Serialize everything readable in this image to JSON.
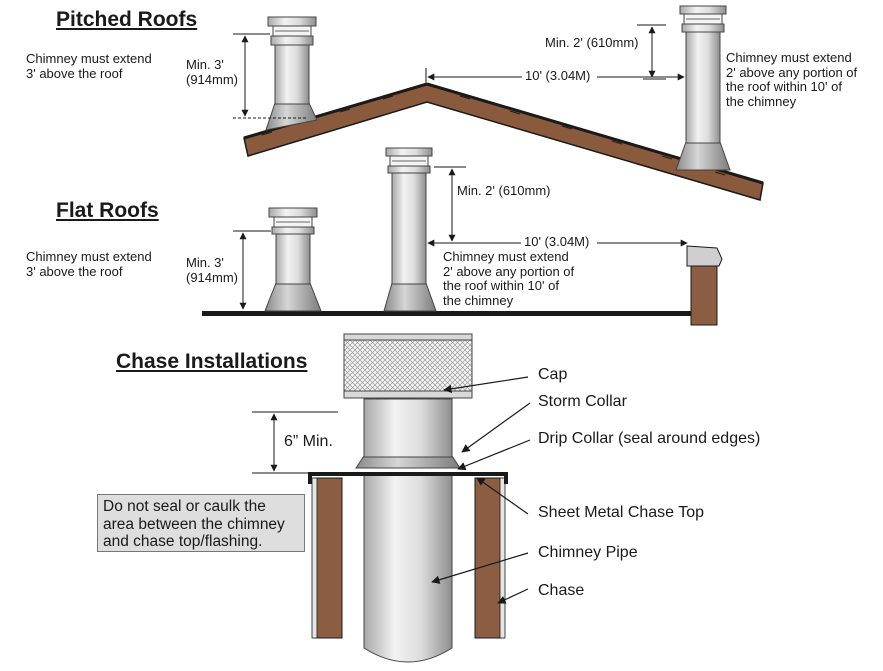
{
  "headings": {
    "pitched": "Pitched Roofs",
    "flat": "Flat Roofs",
    "chase": "Chase Installations"
  },
  "pitched": {
    "left_note": "Chimney must extend\n3' above the roof",
    "min3": "Min. 3'\n(914mm)",
    "min2": "Min. 2' (610mm)",
    "distance": "10' (3.04M)",
    "right_note": "Chimney must extend\n2' above any portion of\nthe roof within 10' of\nthe chimney"
  },
  "flat": {
    "left_note": "Chimney must extend\n3' above the roof",
    "min3": "Min. 3'\n(914mm)",
    "min2": "Min. 2' (610mm)",
    "distance": "10' (3.04M)",
    "right_note": "Chimney must extend\n2' above any portion of\nthe roof within 10' of\nthe chimney"
  },
  "chase_install": {
    "min_height": "6” Min.",
    "note": "Do not seal or caulk the\narea between the chimney\nand chase top/flashing.",
    "labels": {
      "cap": "Cap",
      "storm_collar": "Storm Collar",
      "drip_collar": "Drip Collar (seal around edges)",
      "chase_top": "Sheet Metal Chase Top",
      "chimney_pipe": "Chimney Pipe",
      "chase": "Chase"
    }
  },
  "colors": {
    "roof": "#8a5a3c",
    "chase_wall": "#8b5e44",
    "metal_light": "#ececec",
    "metal_dark": "#9a9a9a",
    "line": "#1a1a1a"
  }
}
